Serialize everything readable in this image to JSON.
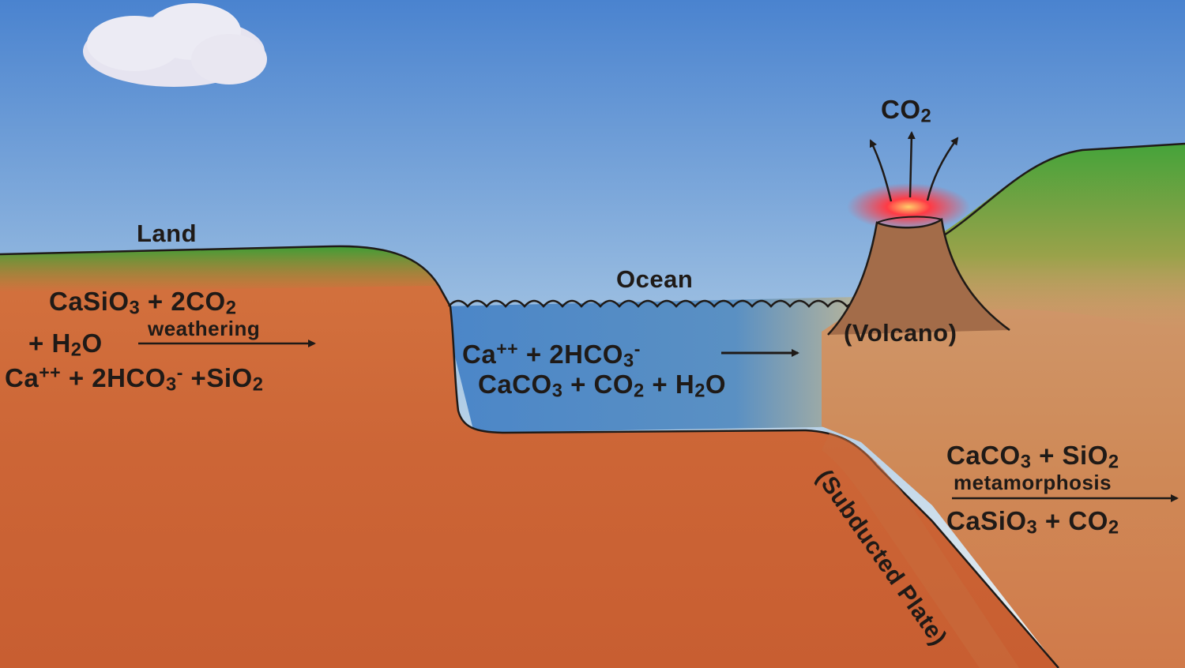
{
  "labels": {
    "land": "Land",
    "ocean": "Ocean",
    "volcano": "(Volcano)",
    "subducted_plate": "(Subducted Plate)",
    "co2_top": {
      "base": "CO",
      "sub": "2"
    }
  },
  "land_reaction": {
    "line1": {
      "a": "CaSiO",
      "a_sub": "3",
      "b": " + 2CO",
      "b_sub": "2"
    },
    "line2": {
      "a": "+ H",
      "a_sub": "2",
      "b": "O"
    },
    "process": "weathering",
    "line3": {
      "a": "Ca",
      "a_sup": "++",
      "b": " + 2HCO",
      "b_sub": "3",
      "b_sup": "-",
      "c": " +SiO",
      "c_sub": "2"
    }
  },
  "ocean_reaction": {
    "line1": {
      "a": "Ca",
      "a_sup": "++",
      "b": " + 2HCO",
      "b_sub": "3",
      "b_sup": "-"
    },
    "line2": {
      "a": "CaCO",
      "a_sub": "3",
      "b": " + CO",
      "b_sub": "2",
      "c": " + H",
      "c_sub": "2",
      "d": "O"
    }
  },
  "metamorphic_reaction": {
    "line1": {
      "a": "CaCO",
      "a_sub": "3",
      "b": " + SiO",
      "b_sub": "2"
    },
    "process": "metamorphosis",
    "line2": {
      "a": "CaSiO",
      "a_sub": "3",
      "b": " + CO",
      "b_sub": "2"
    }
  },
  "colors": {
    "sky_top": "#4a83cf",
    "sky_bottom": "#eef3f6",
    "ocean": "#4f86c4",
    "land_green": "#4aa33a",
    "earth": "#cf6a3a",
    "earth_dark": "#b84f2c",
    "volcano": "#a36b48",
    "glow": "#ff2a3a",
    "ink": "#1f1a17"
  },
  "icons": [
    "cloud-icon",
    "volcano-icon",
    "arrow-right-icon",
    "arrow-up-icon"
  ]
}
